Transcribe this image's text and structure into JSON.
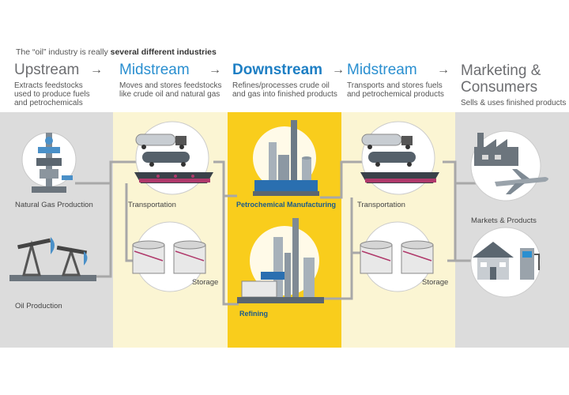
{
  "intro": {
    "prefix": "The “oil” industry is really ",
    "bold": "several different industries"
  },
  "stages": [
    {
      "title": "Upstream",
      "desc": [
        "Extracts feedstocks",
        "used to produce fuels",
        "and petrochemicals"
      ]
    },
    {
      "title": "Midstream",
      "desc": [
        "Moves and stores feedstocks",
        "like crude oil and natural gas"
      ]
    },
    {
      "title": "Downstream",
      "desc": [
        "Refines/processes crude oil",
        "and gas into finished products"
      ]
    },
    {
      "title": "Midstream",
      "desc": [
        "Transports and stores fuels",
        "and petrochemical products"
      ]
    },
    {
      "title": [
        "Marketing &",
        "Consumers"
      ],
      "desc": [
        "Sells & uses finished products"
      ]
    }
  ],
  "arrows": [
    "→",
    "→",
    "→",
    "→"
  ],
  "labels": {
    "natural_gas": "Natural Gas Production",
    "oil": "Oil Production",
    "transport_1": "Transportation",
    "storage_1": "Storage",
    "petrochem": "Petrochemical Manufacturing",
    "refining": "Refining",
    "transport_2": "Transportation",
    "storage_2": "Storage",
    "markets": "Markets & Products"
  },
  "colors": {
    "upstream_bg": "#dcdcdc",
    "midstream_bg": "#fbf5d3",
    "downstream_bg": "#f9cd1c",
    "midstream_title": "#2a8fd0",
    "downstream_title": "#1e7fc4",
    "pipe": "#a0a0a0"
  },
  "icons": [
    "gas-wellhead-icon",
    "pumpjack-icon",
    "truck-icon",
    "tanker-truck-icon",
    "ship-icon",
    "storage-tank-icon",
    "petrochemical-plant-icon",
    "refinery-icon",
    "factory-icon",
    "airplane-icon",
    "house-icon",
    "fuel-pump-icon"
  ]
}
